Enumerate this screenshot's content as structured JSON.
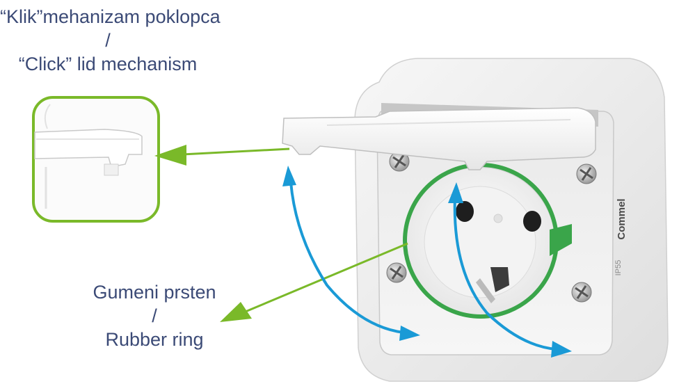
{
  "annotations": {
    "click_lid": {
      "line1": "“Klik”mehanizam poklopca",
      "line2": "/",
      "line3": "“Click” lid mechanism"
    },
    "rubber_ring": {
      "line1": "Gumeni prsten",
      "line2": "/",
      "line3": "Rubber ring"
    }
  },
  "device": {
    "brand": "Commel",
    "rating": "IP55"
  },
  "colors": {
    "annotation_green": "#7ab929",
    "ring_green": "#3aa54a",
    "arrow_blue": "#1a9ad6",
    "text": "#3b4a76"
  },
  "icons": {
    "click_arrow": "arrow-left-icon",
    "rubber_arrow": "arrow-down-left-icon",
    "lid_motion": "double-arrow-curved-icon"
  }
}
